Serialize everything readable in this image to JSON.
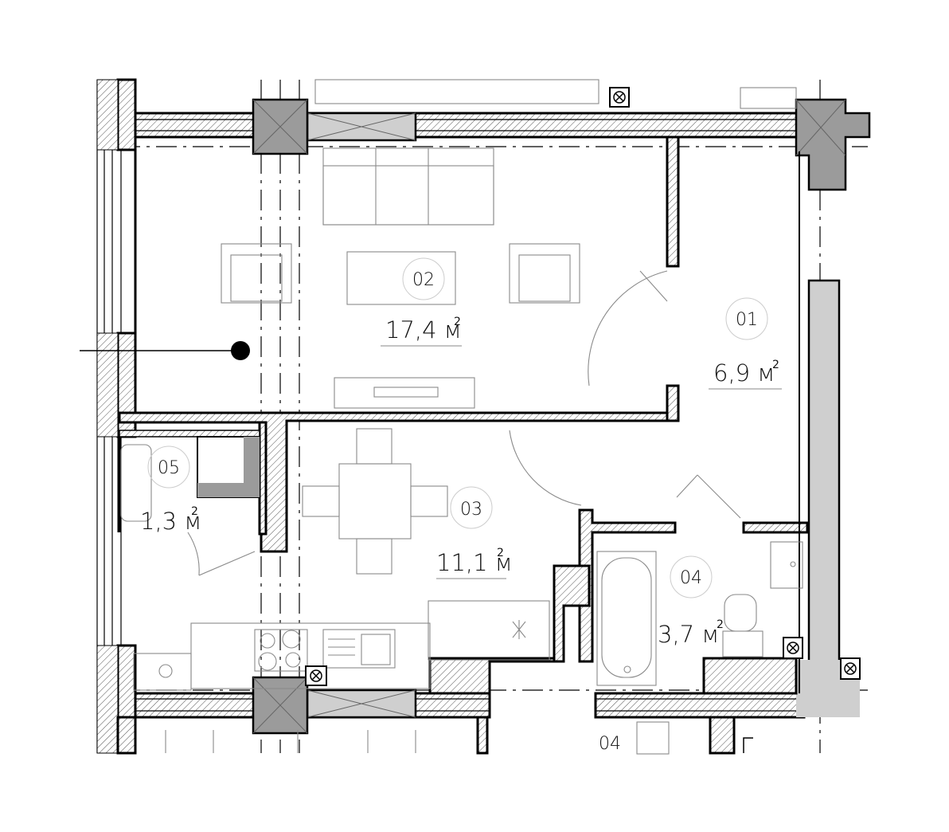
{
  "rooms": [
    {
      "id": "r01",
      "number": "01",
      "area": "6,9",
      "unit": "м",
      "unit_exp": "2"
    },
    {
      "id": "r02",
      "number": "02",
      "area": "17,4",
      "unit": "м",
      "unit_exp": "2"
    },
    {
      "id": "r03",
      "number": "03",
      "area": "11,1",
      "unit": "м",
      "unit_exp": "2"
    },
    {
      "id": "r04",
      "number": "04",
      "area": "3,7",
      "unit": "м",
      "unit_exp": "2"
    },
    {
      "id": "r05",
      "number": "05",
      "area": "1,3",
      "unit": "м",
      "unit_exp": "2"
    }
  ],
  "adjacent_label": "04",
  "colors": {
    "wall_outline": "#000000",
    "column_fill": "#9b9b9b",
    "shaft_fill": "#cfcfcf",
    "furniture": "#8a8a8a"
  }
}
